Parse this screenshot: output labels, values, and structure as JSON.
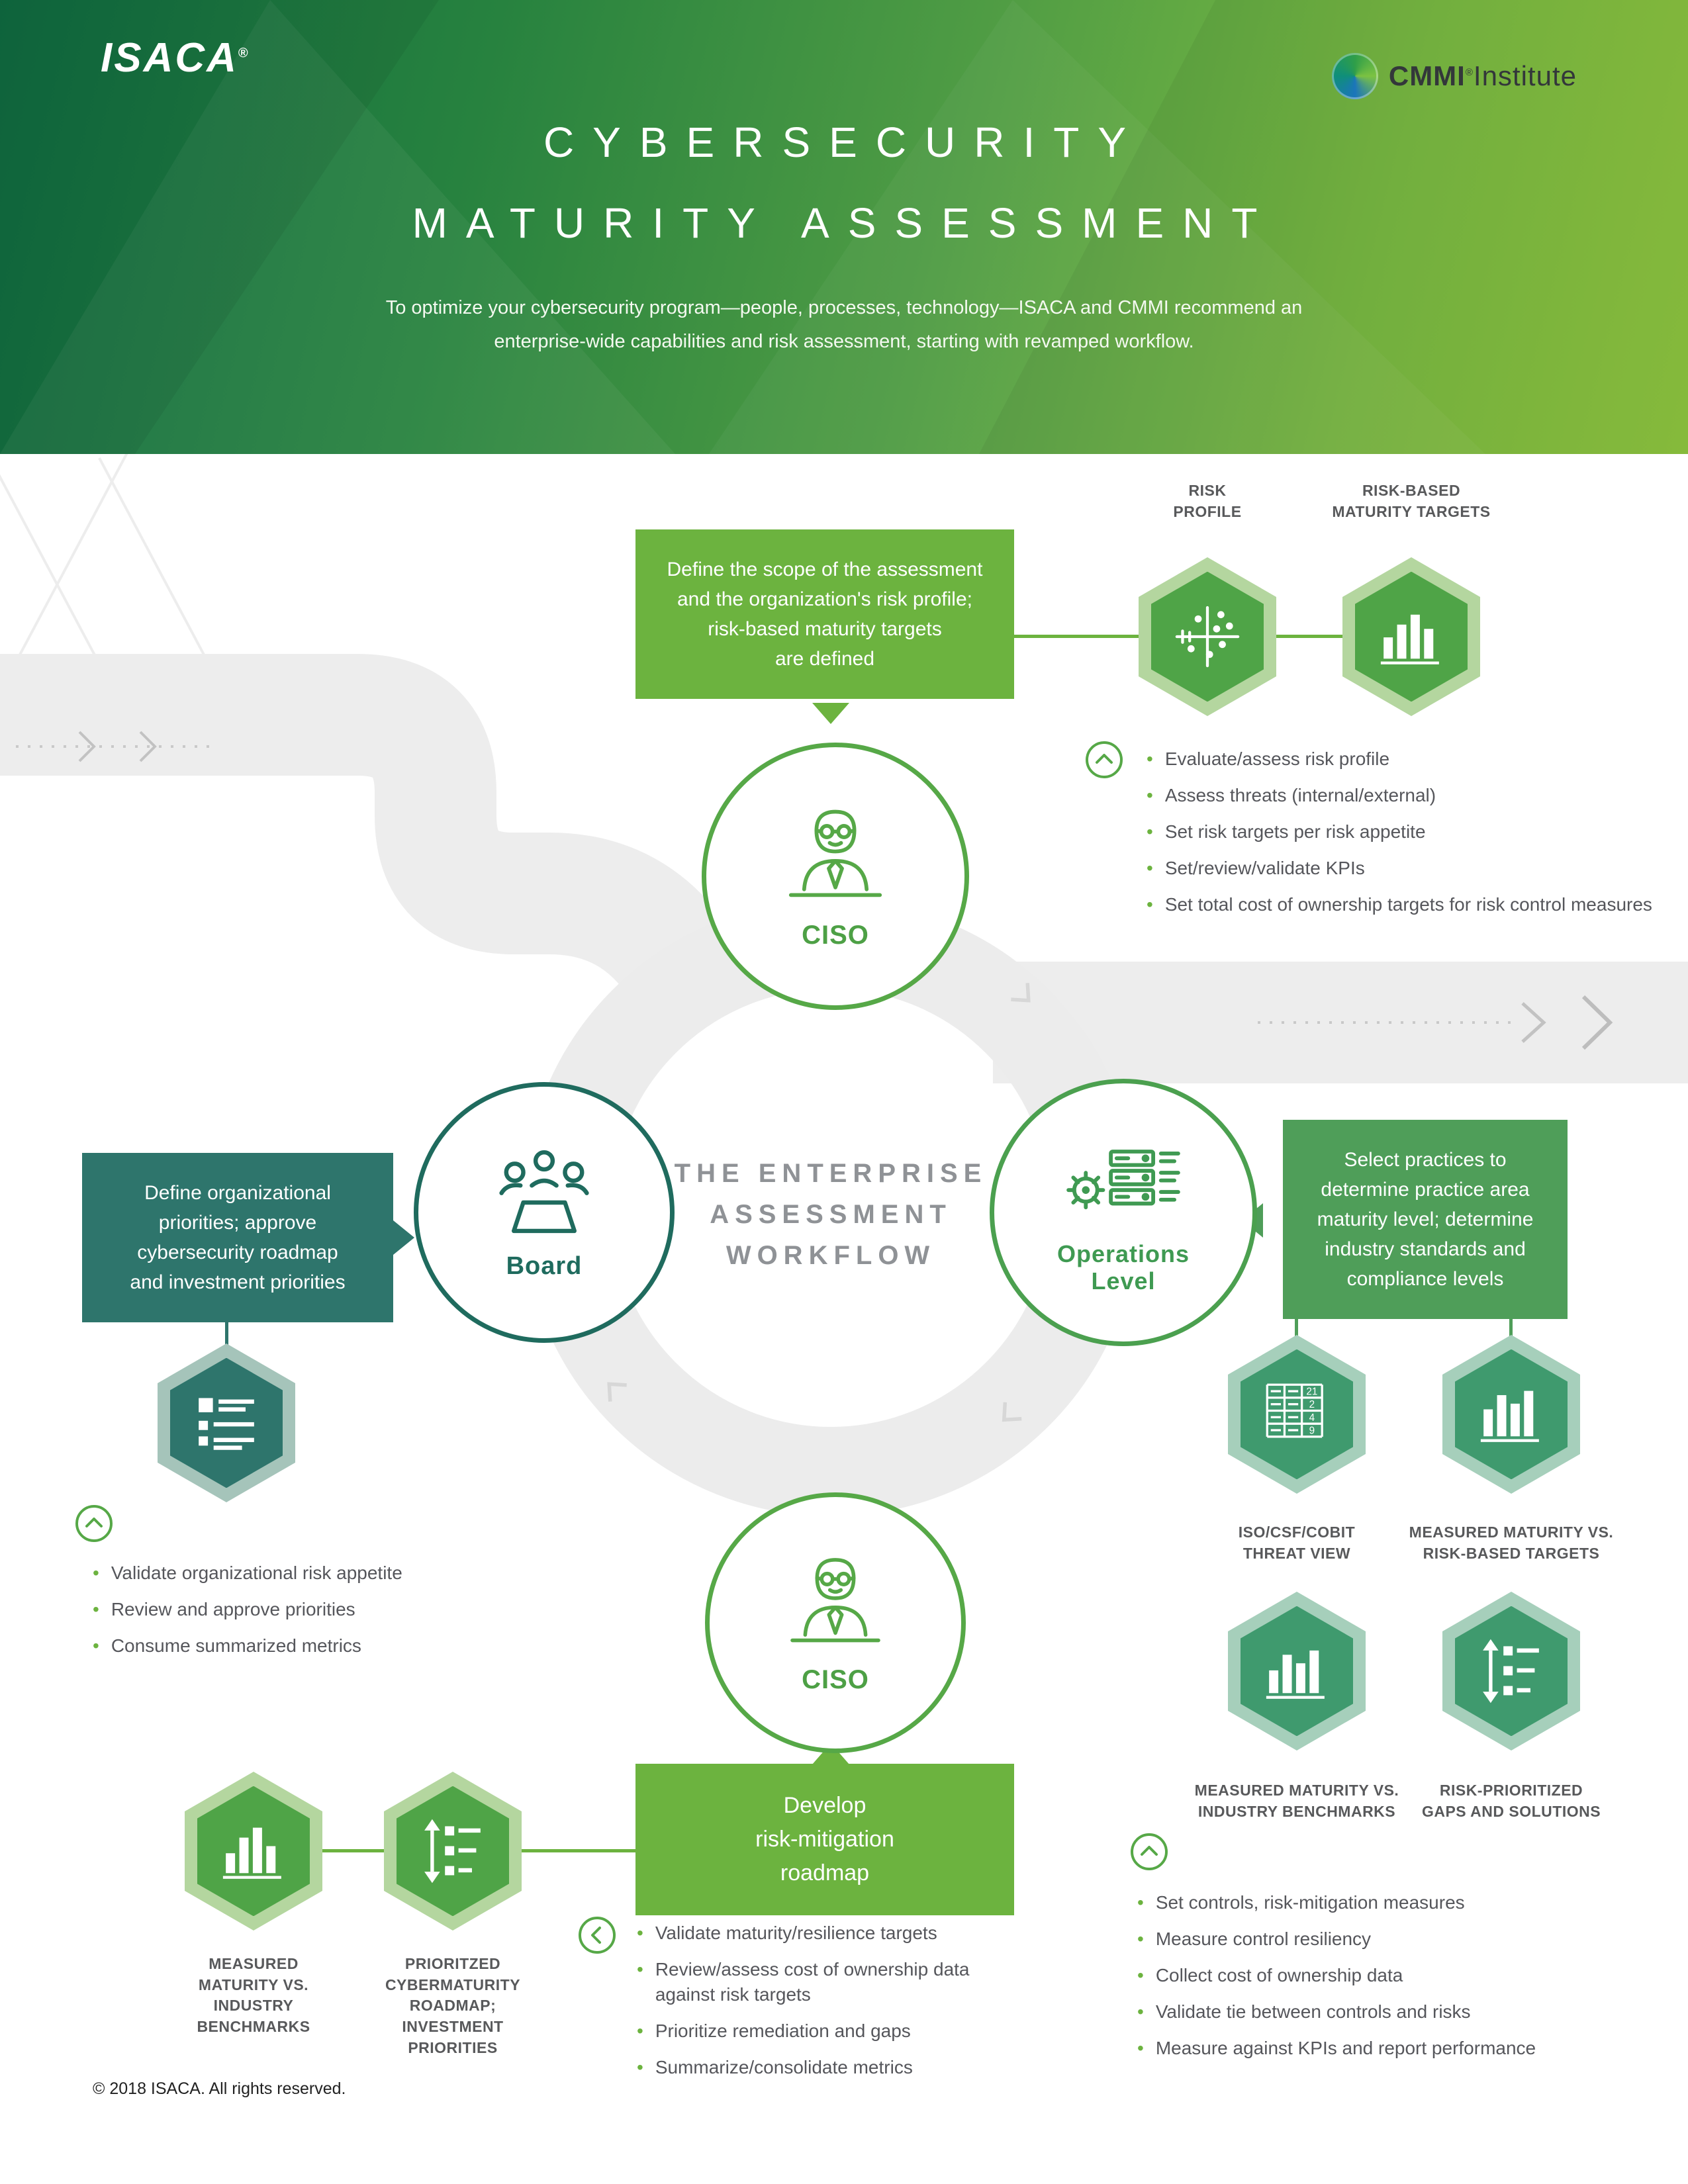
{
  "header": {
    "isaca": "ISACA",
    "isaca_reg": "®",
    "cmmi_brand": "CMMI",
    "cmmi_reg": "®",
    "cmmi_suffix": "Institute",
    "title1": "CYBERSECURITY",
    "title2": "MATURITY ASSESSMENT",
    "subtitle": "To optimize your cybersecurity program—people, processes, technology—ISACA and CMMI recommend an\nenterprise-wide capabilities and risk assessment, starting with revamped workflow."
  },
  "center": {
    "l1": "THE ENTERPRISE",
    "l2": "ASSESSMENT",
    "l3": "WORKFLOW"
  },
  "nodes": {
    "ciso_top": "CISO",
    "board": "Board",
    "operations": "Operations\nLevel",
    "ciso_bottom": "CISO"
  },
  "callouts": {
    "scope": "Define the scope of the assessment\nand the organization's risk profile;\nrisk-based maturity targets\nare defined",
    "board": "Define organizational\npriorities; approve\ncybersecurity roadmap\nand investment priorities",
    "operations": "Select practices to\ndetermine practice area\nmaturity level; determine\nindustry standards and\ncompliance levels",
    "roadmap": "Develop\nrisk-mitigation\nroadmap"
  },
  "hex_labels": {
    "risk_profile": "RISK\nPROFILE",
    "maturity_targets": "RISK-BASED\nMATURITY TARGETS",
    "iso": "ISO/CSF/COBIT\nTHREAT VIEW",
    "vs_targets": "MEASURED MATURITY VS.\nRISK-BASED TARGETS",
    "vs_industry_right": "MEASURED MATURITY VS.\nINDUSTRY BENCHMARKS",
    "gaps": "RISK-PRIORITIZED\nGAPS AND SOLUTIONS",
    "vs_industry_bottom": "MEASURED\nMATURITY VS.\nINDUSTRY\nBENCHMARKS",
    "roadmap": "PRIORITZED\nCYBERMATURITY\nROADMAP;\nINVESTMENT\nPRIORITIES"
  },
  "iso_numbers": [
    "21",
    "2",
    "4",
    "9"
  ],
  "bullets": {
    "ciso_top": [
      "Evaluate/assess risk profile",
      "Assess threats (internal/external)",
      "Set risk targets per risk appetite",
      "Set/review/validate KPIs",
      "Set total cost of ownership targets for risk control measures"
    ],
    "board": [
      "Validate organizational risk appetite",
      "Review and approve priorities",
      "Consume summarized metrics"
    ],
    "operations": [
      "Set controls, risk-mitigation measures",
      "Measure control resiliency",
      "Collect cost of ownership data",
      "Validate tie between controls and risks",
      "Measure against KPIs and report performance"
    ],
    "ciso_bottom": [
      "Validate maturity/resilience targets",
      "Review/assess cost of ownership data against risk targets",
      "Prioritize remediation and gaps",
      "Summarize/consolidate metrics"
    ]
  },
  "footer": {
    "copyright": "© 2018 ISACA. All rights reserved."
  },
  "colors": {
    "green": "#6cb33f",
    "jade": "#3f9a6e",
    "teal": "#2e756c",
    "ring": "#ececec"
  }
}
